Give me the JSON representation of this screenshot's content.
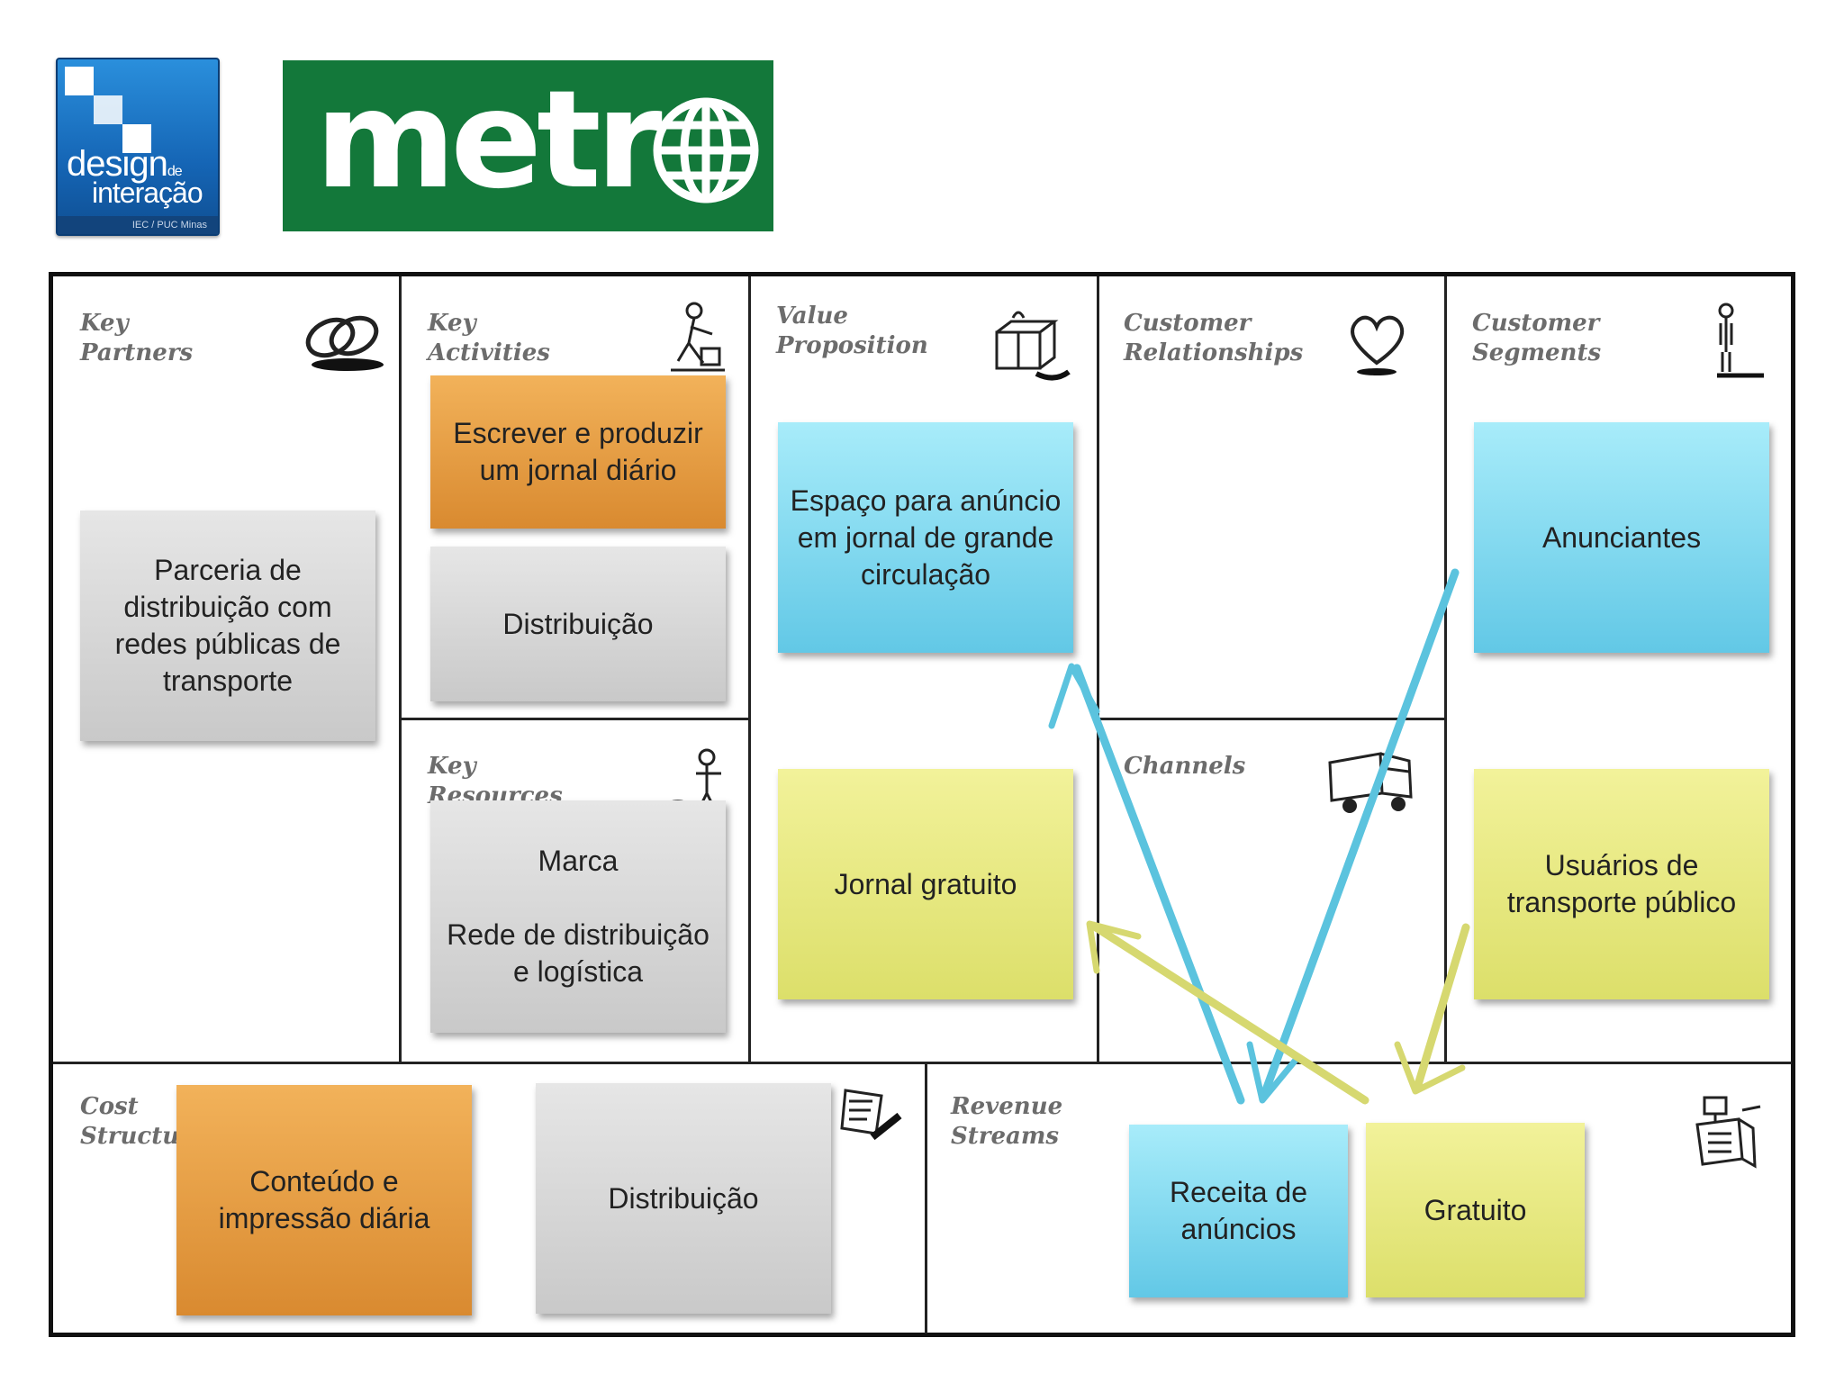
{
  "logos": {
    "design": {
      "line1": "design",
      "line1_small": "de",
      "line2": "interação",
      "footer": "IEC / PUC Minas"
    },
    "metro": {
      "word": "metr"
    }
  },
  "blocks": {
    "key_partners": "Key\nPartners",
    "key_activities": "Key\nActivities",
    "key_resources": "Key\nResources",
    "value_proposition": "Value\nProposition",
    "customer_relationships": "Customer\nRelationships",
    "channels": "Channels",
    "customer_segments": "Customer\nSegments",
    "cost_structure": "Cost\nStructure",
    "revenue_streams": "Revenue\nStreams"
  },
  "notes": {
    "partners": "Parceria de\ndistribuição com\nredes públicas de\ntransporte",
    "activity_write": "Escrever e produzir\num jornal diário",
    "activity_distribution": "Distribuição",
    "resources": "Marca\n\nRede de distribuição\ne logística",
    "value_ads": "Espaço para anúncio\nem jornal de grande\ncirculação",
    "value_free": "Jornal gratuito",
    "segment_advertisers": "Anunciantes",
    "segment_users": "Usuários de\ntransporte público",
    "cost_content": "Conteúdo e\nimpressão diária",
    "cost_distribution": "Distribuição",
    "revenue_ads": "Receita de\nanúncios",
    "revenue_free": "Gratuito"
  },
  "colors": {
    "metro_green": "#13783a",
    "note_gray": "#d5d5d5",
    "note_orange": "#e69c42",
    "note_blue": "#7fd4ee",
    "note_yellow": "#e6e87e",
    "arrow_blue": "#5bc3de",
    "arrow_yellow": "#d6d870"
  },
  "icons": [
    "chain-links-icon",
    "worker-icon",
    "gift-box-icon",
    "heart-icon",
    "standing-person-icon",
    "workers-icon",
    "delivery-truck-icon",
    "price-tags-icon",
    "cash-register-icon",
    "globe-icon"
  ]
}
